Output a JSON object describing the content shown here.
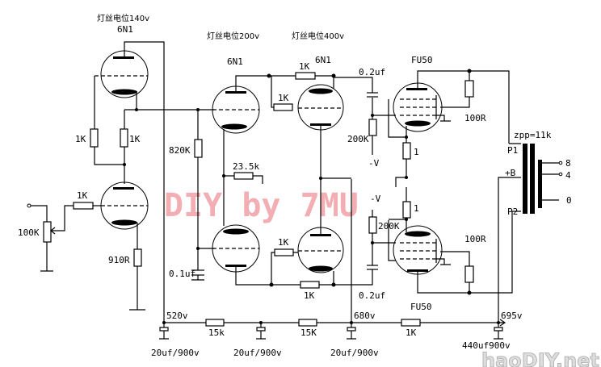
{
  "labels": {
    "filament_140": "灯丝电位140v",
    "filament_200": "灯丝电位200v",
    "filament_400": "灯丝电位400v",
    "tube_6n1_a": "6N1",
    "tube_6n1_b": "6N1",
    "tube_6n1_c": "6N1",
    "tube_fu50_top": "FU50",
    "tube_fu50_bottom": "FU50",
    "r_grid1": "1K",
    "r_grid2": "1K",
    "r_input": "1K",
    "pot": "100K",
    "r_910": "910R",
    "r_820k": "820K",
    "r_23_5k": "23.5k",
    "c_0_1uf": "0.1uf",
    "r_1k_plate": "1K",
    "r_1k_grid_top": "1K",
    "r_1k_grid_bot": "1K",
    "r_1k_bot": "1K",
    "c_02_top": "0.2uf",
    "c_02_bot": "0.2uf",
    "r_200k_top": "200K",
    "r_200k_bot": "200K",
    "neg_v_top": "-V",
    "neg_v_bot": "-V",
    "r_1_top": "1",
    "r_1_bot": "1",
    "r_100r_top": "100R",
    "r_100r_bot": "100R",
    "zpp": "zpp=11k",
    "p1": "P1",
    "b_plus": "+B",
    "p2": "P2",
    "tap8": "8",
    "tap4": "4",
    "tap0": "0",
    "v520": "520v",
    "v680": "680v",
    "v695": "695v",
    "r_15k_a": "15k",
    "r_15k_b": "15K",
    "r_1k_rail": "1K",
    "cap_a": "20uf/900v",
    "cap_b": "20uf/900v",
    "cap_c": "20uf/900v",
    "cap_d": "440uf900v"
  },
  "watermark": "DIY by 7MU",
  "logo": "haoDIY.net"
}
